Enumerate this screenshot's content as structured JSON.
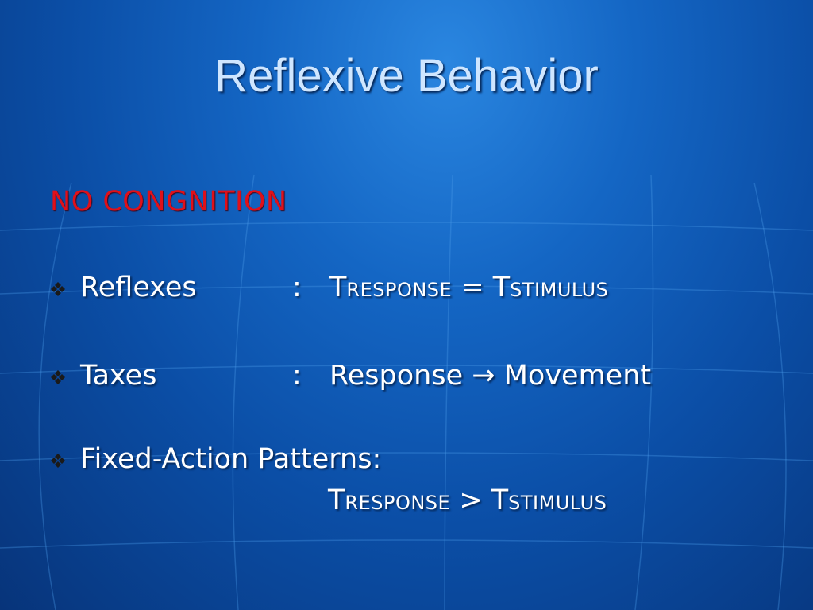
{
  "slide": {
    "title": "Reflexive Behavior",
    "subtitle": "NO CONGNITION",
    "items": [
      {
        "label": "Reflexes",
        "colon": ":",
        "formula": {
          "t1": "T",
          "s1": "RESPONSE",
          "op": " = ",
          "t2": "T",
          "s2": "STIMULUS"
        }
      },
      {
        "label": "Taxes",
        "colon": ":",
        "formula": {
          "left": "Response",
          "arrow": "→",
          "right": "Movement"
        }
      },
      {
        "label": "Fixed-Action Patterns:",
        "formula": {
          "t1": "T",
          "s1": "RESPONSE",
          "op": " > ",
          "t2": "T",
          "s2": "STIMULUS"
        }
      }
    ],
    "colors": {
      "title": "#cfe6ff",
      "subtitle": "#e0101a",
      "bullet": "#1a1a1a",
      "text": "#ffffff"
    },
    "bullet_icon": "diamond-cluster-icon"
  }
}
